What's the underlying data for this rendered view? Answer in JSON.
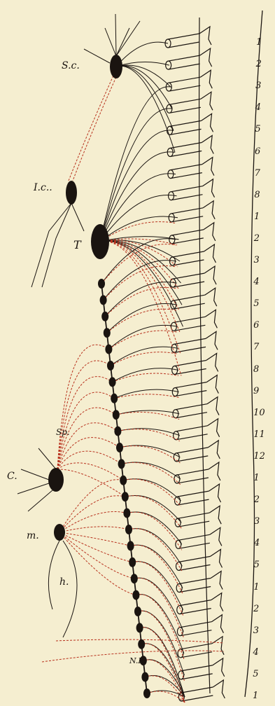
{
  "labels": {
    "sc": "S.c.",
    "ic": "I.c..",
    "t": "T",
    "sp": "Sp.",
    "c": "C.",
    "m": "m.",
    "h": "h.",
    "ne": "N.E."
  },
  "segment_numbers": [
    "1",
    "2",
    "3",
    "4",
    "5",
    "6",
    "7",
    "8",
    "1",
    "2",
    "3",
    "4",
    "5",
    "6",
    "7",
    "8",
    "9",
    "10",
    "11",
    "12",
    "1",
    "2",
    "3",
    "4",
    "5",
    "1",
    "2",
    "3",
    "4",
    "5",
    "1"
  ],
  "colors": {
    "ink": "#1a1410",
    "red": "#b8321e",
    "paper": "#f5eed0"
  }
}
